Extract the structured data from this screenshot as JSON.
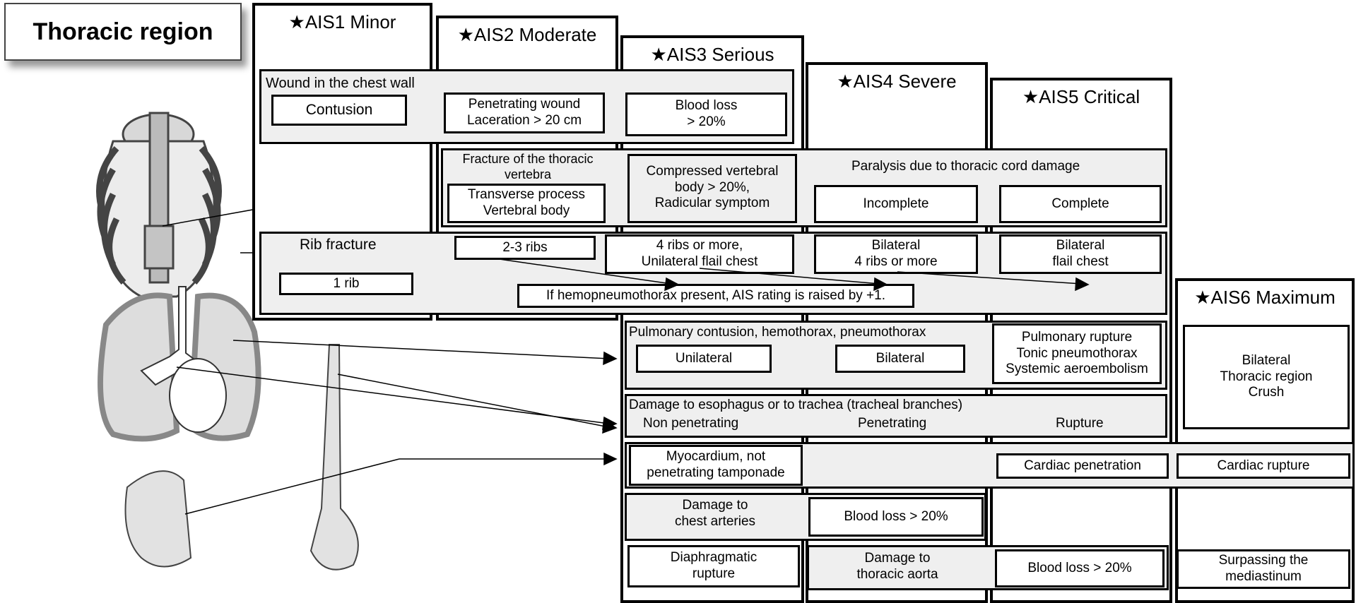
{
  "title": "Thoracic region",
  "columns": {
    "ais1": "★AIS1 Minor",
    "ais2": "★AIS2 Moderate",
    "ais3": "★AIS3 Serious",
    "ais4": "★AIS4 Severe",
    "ais5": "★AIS5 Critical",
    "ais6": "★AIS6 Maximum"
  },
  "chest_wall": {
    "label": "Wound in the chest wall",
    "ais1": "Contusion",
    "ais2": "Penetrating wound\nLaceration > 20 cm",
    "ais3": "Blood loss\n> 20%"
  },
  "vertebra": {
    "label": "Fracture of the thoracic\nvertebra",
    "ais2": "Transverse process\nVertebral body",
    "ais3": "Compressed vertebral\nbody > 20%,\nRadicular symptom",
    "paralysis_label": "Paralysis due to thoracic cord damage",
    "ais4": "Incomplete",
    "ais5": "Complete"
  },
  "rib": {
    "label": "Rib fracture",
    "ais1": "1 rib",
    "ais2": "2-3 ribs",
    "ais3": "4 ribs or more,\nUnilateral flail chest",
    "ais4": "Bilateral\n4 ribs or more",
    "ais5": "Bilateral\nflail chest",
    "note": "If hemopneumothorax present, AIS rating is raised by +1."
  },
  "pulmonary": {
    "label": "Pulmonary contusion, hemothorax, pneumothorax",
    "ais3": "Unilateral",
    "ais4": "Bilateral",
    "ais5": "Pulmonary rupture\nTonic pneumothorax\nSystemic aeroembolism"
  },
  "ais6_box": "Bilateral\nThoracic region\nCrush",
  "esophagus": {
    "label": "Damage to esophagus or to trachea (tracheal branches)",
    "ais3": "Non penetrating",
    "ais4": "Penetrating",
    "ais5": "Rupture"
  },
  "cardiac": {
    "ais3": "Myocardium, not\npenetrating tamponade",
    "ais5": "Cardiac penetration",
    "ais6": "Cardiac rupture"
  },
  "arteries": {
    "ais3": "Damage to\nchest arteries",
    "ais4": "Blood loss > 20%"
  },
  "bottom": {
    "ais3": "Diaphragmatic\nrupture",
    "ais4": "Damage to\nthoracic aorta",
    "ais5": "Blood loss > 20%",
    "ais6": "Surpassing the\nmediastinum"
  }
}
